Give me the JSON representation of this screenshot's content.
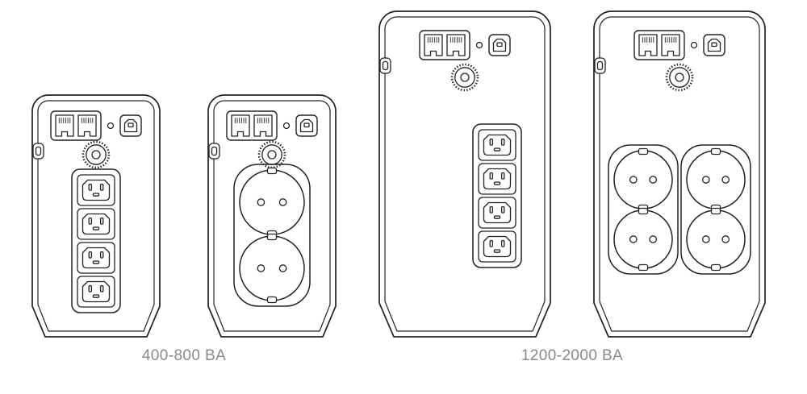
{
  "figure": {
    "background": "#ffffff",
    "line_color": "#222222",
    "label_color": "#8a8a8a",
    "groups": [
      {
        "label": "400-800 BA",
        "devices": [
          {
            "key": "0-0",
            "size": "small",
            "outlet": "iec",
            "count": 4,
            "rows": 4,
            "cols": 1
          },
          {
            "key": "0-1",
            "size": "small",
            "outlet": "schuko",
            "count": 2,
            "rows": 2,
            "cols": 1
          }
        ]
      },
      {
        "label": "1200-2000 BA",
        "devices": [
          {
            "key": "1-0",
            "size": "large",
            "outlet": "iec",
            "count": 4,
            "rows": 4,
            "cols": 1
          },
          {
            "key": "1-1",
            "size": "large",
            "outlet": "schuko",
            "count": 4,
            "rows": 2,
            "cols": 2
          }
        ]
      }
    ],
    "shared_rear_features": [
      "rj45-in-port",
      "rj45-out-port",
      "small-button",
      "usb-b-port",
      "circuit-breaker",
      "cable-clip"
    ]
  }
}
